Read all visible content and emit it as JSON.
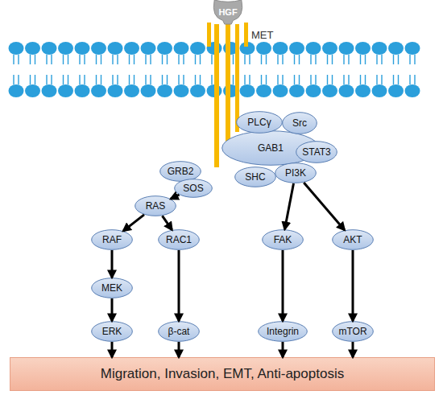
{
  "diagram": {
    "nodes": [
      {
        "text": [
          "HGF"
        ]
      },
      {
        "text": [
          "PLCγ"
        ]
      },
      {
        "text": [
          "Src"
        ]
      },
      {
        "text": [
          "GAB1"
        ]
      },
      {
        "text": [
          "STAT3"
        ]
      },
      {
        "text": [
          "GRB2"
        ]
      },
      {
        "text": [
          "SOS"
        ]
      },
      {
        "text": [
          "SHC"
        ]
      },
      {
        "text": [
          "PI3K"
        ]
      },
      {
        "text": [
          "RAS"
        ]
      },
      {
        "text": [
          "RAF"
        ]
      },
      {
        "text": [
          "RAC1"
        ]
      },
      {
        "text": [
          "FAK"
        ]
      },
      {
        "text": [
          "AKT"
        ]
      },
      {
        "text": [
          "MEK"
        ]
      },
      {
        "text": [
          "ERK"
        ]
      },
      {
        "text": [
          "β-cat"
        ]
      },
      {
        "text": [
          "Integrin"
        ]
      },
      {
        "text": [
          "mTOR"
        ]
      },
      {
        "text": [
          "Migration, Invasion, EMT, Anti-apoptosis"
        ]
      }
    ],
    "edges": [
      {
        "from": 6,
        "to": 9,
        "arrow": "to"
      },
      {
        "from": 9,
        "to": 10,
        "arrow": "to"
      },
      {
        "from": 9,
        "to": 11,
        "arrow": "to"
      },
      {
        "from": 8,
        "to": 12,
        "arrow": "to"
      },
      {
        "from": 8,
        "to": 13,
        "arrow": "to"
      },
      {
        "from": 10,
        "to": 14,
        "arrow": "to"
      },
      {
        "from": 14,
        "to": 15,
        "arrow": "to"
      },
      {
        "from": 11,
        "to": 16,
        "arrow": "to"
      },
      {
        "from": 12,
        "to": 17,
        "arrow": "to"
      },
      {
        "from": 13,
        "to": 18,
        "arrow": "to"
      },
      {
        "from": 15,
        "to": 19,
        "arrow": "to"
      },
      {
        "from": 16,
        "to": 19,
        "arrow": "to"
      },
      {
        "from": 17,
        "to": 19,
        "arrow": "to"
      },
      {
        "from": 18,
        "to": 19,
        "arrow": "to"
      }
    ],
    "labels": [
      "MET"
    ]
  }
}
